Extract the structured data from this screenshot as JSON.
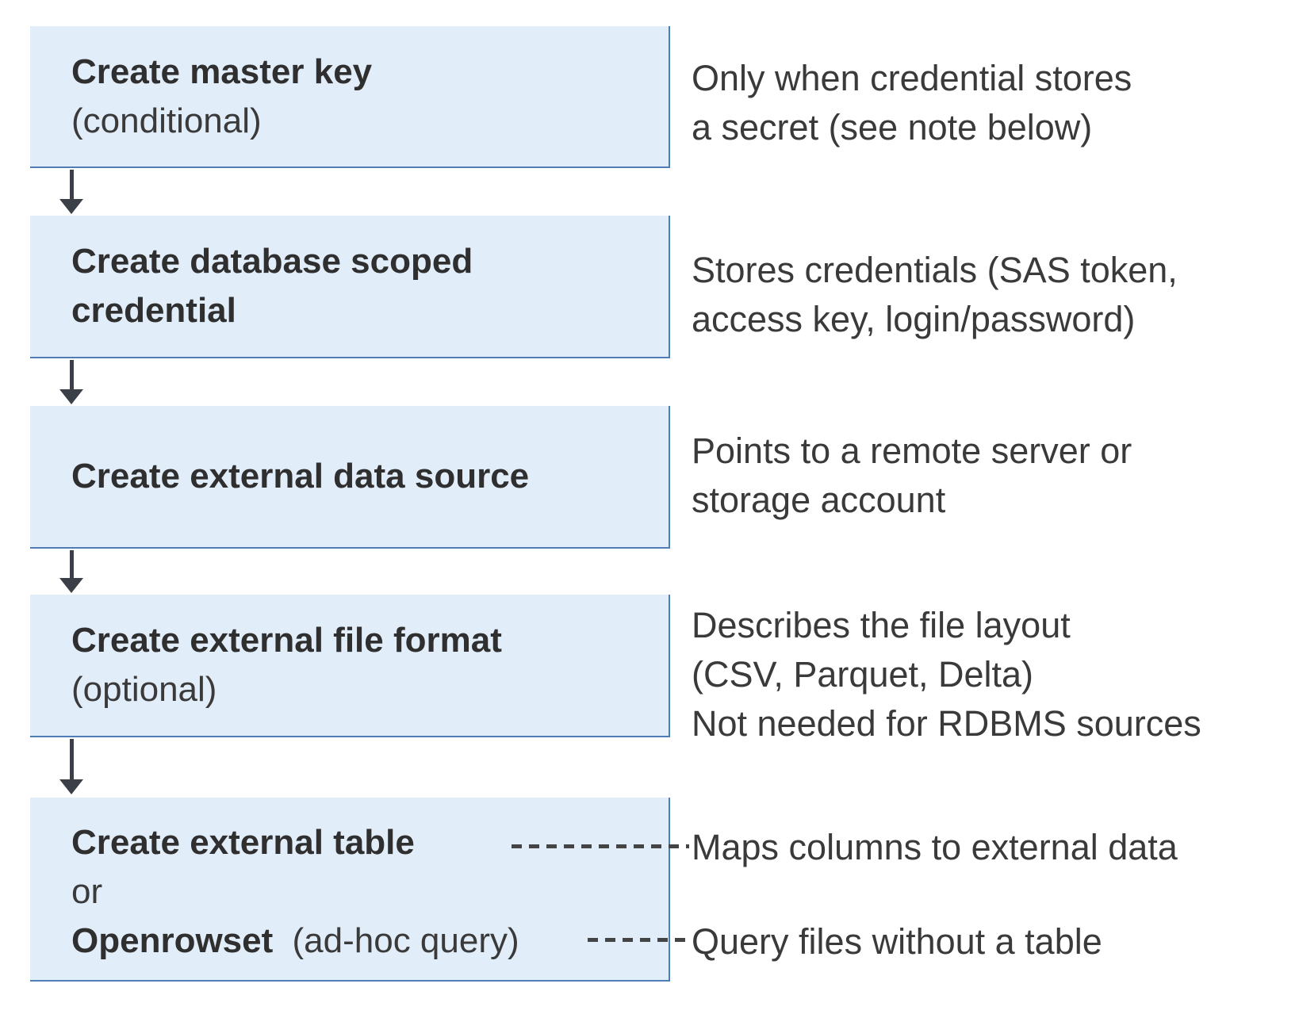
{
  "colors": {
    "box_fill": "#e2edfa",
    "box_border": "#4e7cb5",
    "arrow": "#3b3f47",
    "dash": "#444444",
    "title_text": "#2f2f2f",
    "note_text": "#3a3a3a",
    "background": "#ffffff"
  },
  "steps": [
    {
      "title": "Create master key",
      "qualifier": "(conditional)"
    },
    {
      "title": "Create database scoped\ncredential"
    },
    {
      "title": "Create external data source"
    },
    {
      "title": "Create external file format",
      "qualifier": "(optional)"
    },
    {
      "line1": "Create external table",
      "line2": "or",
      "line3_bold": "Openrowset",
      "line3_rest": "(ad-hoc query)"
    }
  ],
  "notes": [
    "Only when credential stores\na secret (see note below)",
    "Stores credentials (SAS token,\naccess key, login/password)",
    "Points to a remote server or\nstorage account",
    "Describes the file layout\n(CSV, Parquet, Delta)\nNot needed for RDBMS sources",
    "Maps columns to external data",
    "Query files without a table"
  ]
}
